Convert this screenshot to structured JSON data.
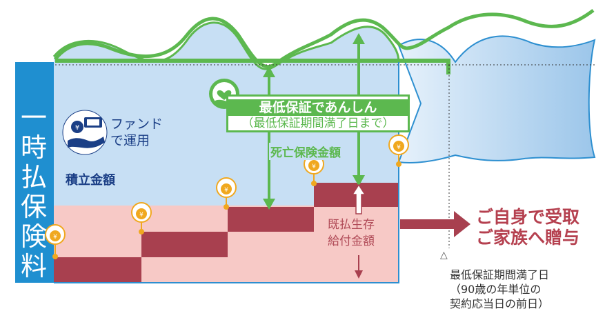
{
  "premium_label": "一時払保険料",
  "fund": {
    "line1": "ファンド",
    "line2": "で運用",
    "icon": "yen-hand-icon"
  },
  "accumulation_label": "積立金額",
  "guarantee": {
    "title": "最低保証であんしん",
    "subtitle": "（最低保証期間満了日まで）",
    "icon": "heart-hand-icon"
  },
  "death_benefit_label": "死亡保険金額",
  "paid_benefit": {
    "line1": "既払生存",
    "line2": "給付金額"
  },
  "receive": {
    "line1": "ご自身で受取",
    "line2": "ご家族へ贈与"
  },
  "maturity": {
    "marker": "△",
    "line1": "最低保証期間満了日",
    "line2": "（90歳の年単位の",
    "line3": "契約応当日の前日）"
  },
  "coin_icon": "money-bag-icon",
  "colors": {
    "premium_bar": "#1f8fd0",
    "accumulation_fill": "#c7dff4",
    "guarantee_green": "#5cb84f",
    "benefit_maroon": "#a8404f",
    "benefit_pink": "#f7c9c6",
    "receive_red": "#b5404f",
    "text_navy": "#1b3f86"
  }
}
